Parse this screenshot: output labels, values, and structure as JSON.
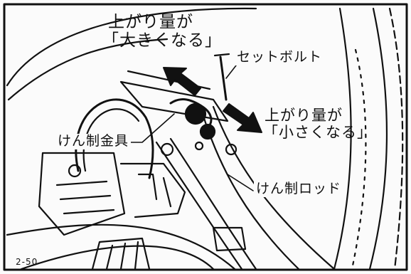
{
  "labels": {
    "increase_line1": "上がり量が",
    "increase_line2": "「大きくなる」",
    "set_bolt": "セットボルト",
    "decrease_line1": "上がり量が",
    "decrease_line2": "「小さくなる」",
    "kensei_bracket": "けん制金具",
    "kensei_rod": "けん制ロッド",
    "corner_mark": "2-50"
  },
  "colors": {
    "ink": "#111111",
    "paper": "#fbfbfb"
  }
}
